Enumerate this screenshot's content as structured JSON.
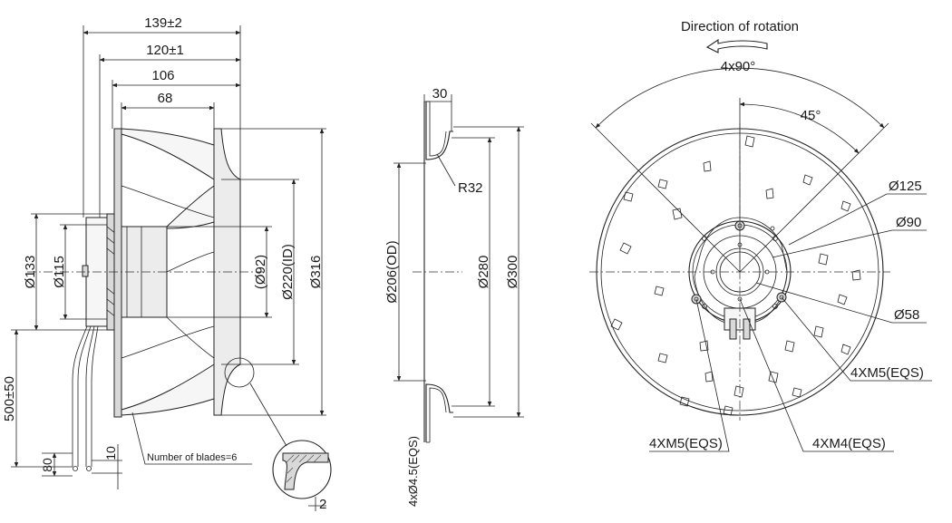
{
  "side_view": {
    "dim_overall_length": "139±2",
    "dim_length_2": "120±1",
    "dim_length_3": "106",
    "dim_length_4": "68",
    "dim_dia_133": "Ø133",
    "dim_dia_115": "Ø115",
    "dim_dia_92": "(Ø92)",
    "dim_dia_220": "Ø220(ID)",
    "dim_dia_316": "Ø316",
    "dim_cable_length": "500±50",
    "dim_80": "80",
    "dim_10": "10",
    "dim_2": "2",
    "blades_note": "Number of blades=6"
  },
  "section_view": {
    "dim_30": "30",
    "dim_r32": "R32",
    "dim_dia_206": "Ø206(OD)",
    "dim_dia_280": "Ø280",
    "dim_dia_300": "Ø300",
    "dim_holes": "4xØ4.5(EQS)"
  },
  "front_view": {
    "rotation_label": "Direction of rotation",
    "angle_4x90": "4x90°",
    "angle_45": "45°",
    "dim_dia_125": "Ø125",
    "dim_dia_90": "Ø90",
    "dim_dia_58": "Ø58",
    "thread_m5_right": "4XM5(EQS)",
    "thread_m5_left": "4XM5(EQS)",
    "thread_m4": "4XM4(EQS)"
  }
}
